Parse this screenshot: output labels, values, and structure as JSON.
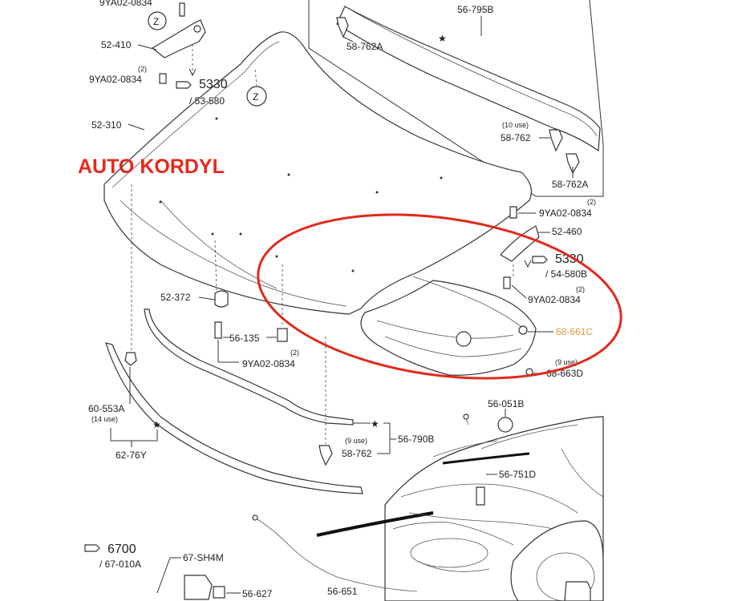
{
  "watermark": "AUTO KORDYL",
  "highlight_color": "#e02a1c",
  "watermark_color": "#e8281c",
  "labels": {
    "l_9ya_top": "9YA02-0834",
    "l_52410": "52-410",
    "l_52410_q": "(2)",
    "l_9ya_1": "9YA02-0834",
    "l_5330a": "5330",
    "l_53580": "/ 53-580",
    "l_52310": "52-310",
    "l_56795b": "56-795B",
    "l_58762a_top": "58-762A",
    "l_10use": "(10 use)",
    "l_58762_r": "58-762",
    "l_58762a_r": "58-762A",
    "l_2_r1": "(2)",
    "l_9ya_r1": "9YA02-0834",
    "l_52460": "52-460",
    "l_5330b": "5330",
    "l_54580b": "/ 54-580B",
    "l_2_r2": "(2)",
    "l_9ya_r2": "9YA02-0834",
    "l_68661c": "68-661C",
    "l_9use_r": "(9 use)",
    "l_68663d": "68-663D",
    "l_52372": "52-372",
    "l_56135": "56-135",
    "l_2_m": "(2)",
    "l_9ya_m": "9YA02-0834",
    "l_60553a": "60-553A",
    "l_14use": "(14 use)",
    "l_6276y": "62-76Y",
    "l_56790b": "56-790B",
    "l_9use_m": "(9 use)",
    "l_58762_m": "58-762",
    "l_56051b": "56-051B",
    "l_56751d": "56-751D",
    "l_6700": "6700",
    "l_67010a": "/ 67-010A",
    "l_67sh4m": "67-SH4M",
    "l_56627": "56-627",
    "l_56651": "56-651",
    "z_marker_1": "Z",
    "z_marker_2": "Z"
  }
}
